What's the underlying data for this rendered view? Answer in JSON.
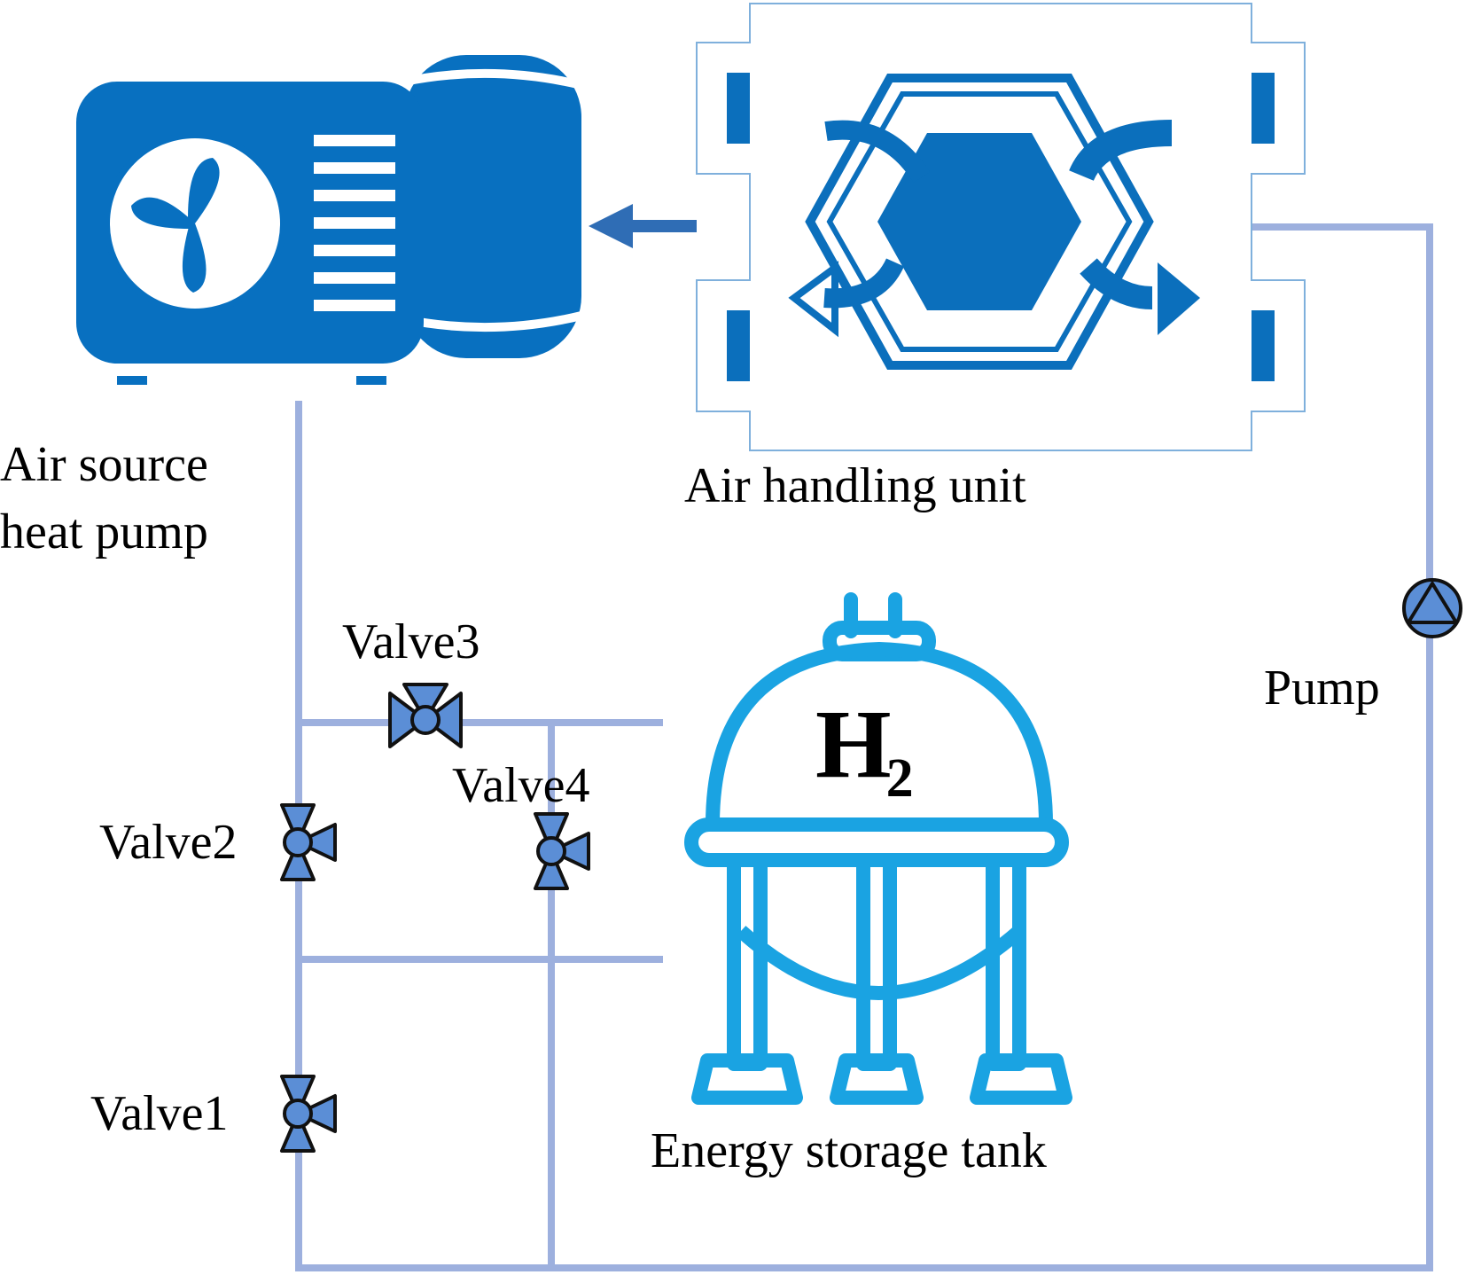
{
  "labels": {
    "heat_pump_line1": "Air source",
    "heat_pump_line2": "heat pump",
    "air_handling_unit": "Air handling unit",
    "energy_storage_tank": "Energy storage tank",
    "pump": "Pump",
    "valve1": "Valve1",
    "valve2": "Valve2",
    "valve3": "Valve3",
    "valve4": "Valve4",
    "tank_symbol_main": "H",
    "tank_symbol_sub": "2"
  },
  "colors": {
    "pipe": "#9db0de",
    "heat_pump_blue": "#0870c0",
    "ahu_blue": "#0b6fbc",
    "tank_blue": "#1aa3e2",
    "valve_fill": "#5b8ed6",
    "arrow_blue": "#2f6db5"
  },
  "icons": {
    "heat_pump": "air-source-heat-pump-icon",
    "air_handling_unit": "heat-exchanger-icon",
    "tank": "hydrogen-storage-tank-icon",
    "pump": "pump-symbol-icon",
    "valve": "three-way-valve-icon",
    "flow_arrow": "flow-arrow-left-icon"
  }
}
